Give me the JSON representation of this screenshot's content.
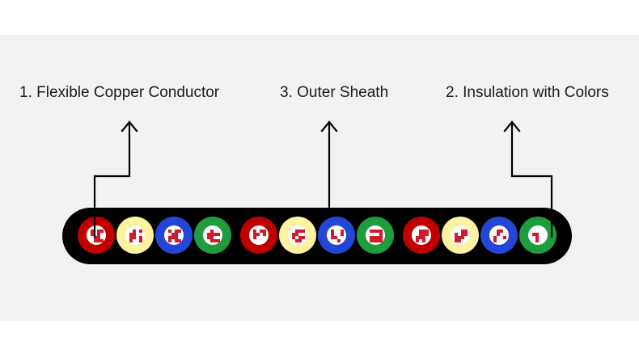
{
  "labels": {
    "conductor": "1. Flexible Copper Conductor",
    "sheath": "3. Outer Sheath",
    "insulation": "2. Insulation with Colors"
  },
  "colors": {
    "background_band": "#f2f2f2",
    "sheath": "#000000",
    "insulation": [
      "#c00000",
      "#fff2a0",
      "#2446d6",
      "#1f9c3e"
    ],
    "copper_strand_light": "#ffffff",
    "copper_strand_red": "#d11a2a",
    "arrow": "#000000"
  },
  "cable": {
    "conductor_count": 12,
    "color_sequence": [
      "red",
      "yellow",
      "blue",
      "green"
    ],
    "groups": 3
  }
}
